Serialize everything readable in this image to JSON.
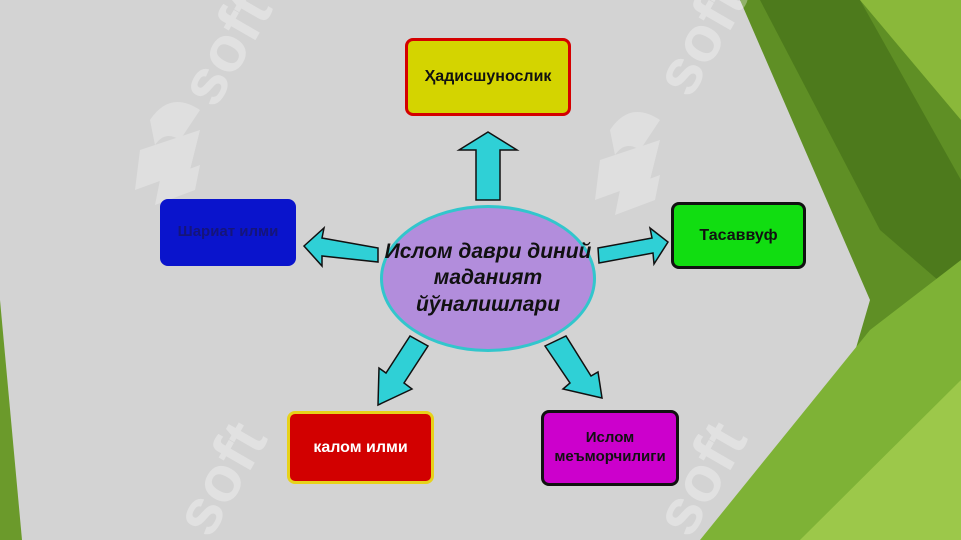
{
  "diagram": {
    "center": "Ислом даври диний маданият йўналишлари",
    "nodes": {
      "hadis": "Ҳадисшунослик",
      "tasavvuf": "Тасаввуф",
      "sharia": "Шариат илми",
      "kalom": "калом илми",
      "memor": "Ислом меъморчилиги"
    }
  },
  "watermark": "soft",
  "colors": {
    "background": "#d3d3d3",
    "arrow_fill": "#2fd0d6",
    "green_dark": "#5f8f25",
    "green_light": "#8ab83a"
  }
}
